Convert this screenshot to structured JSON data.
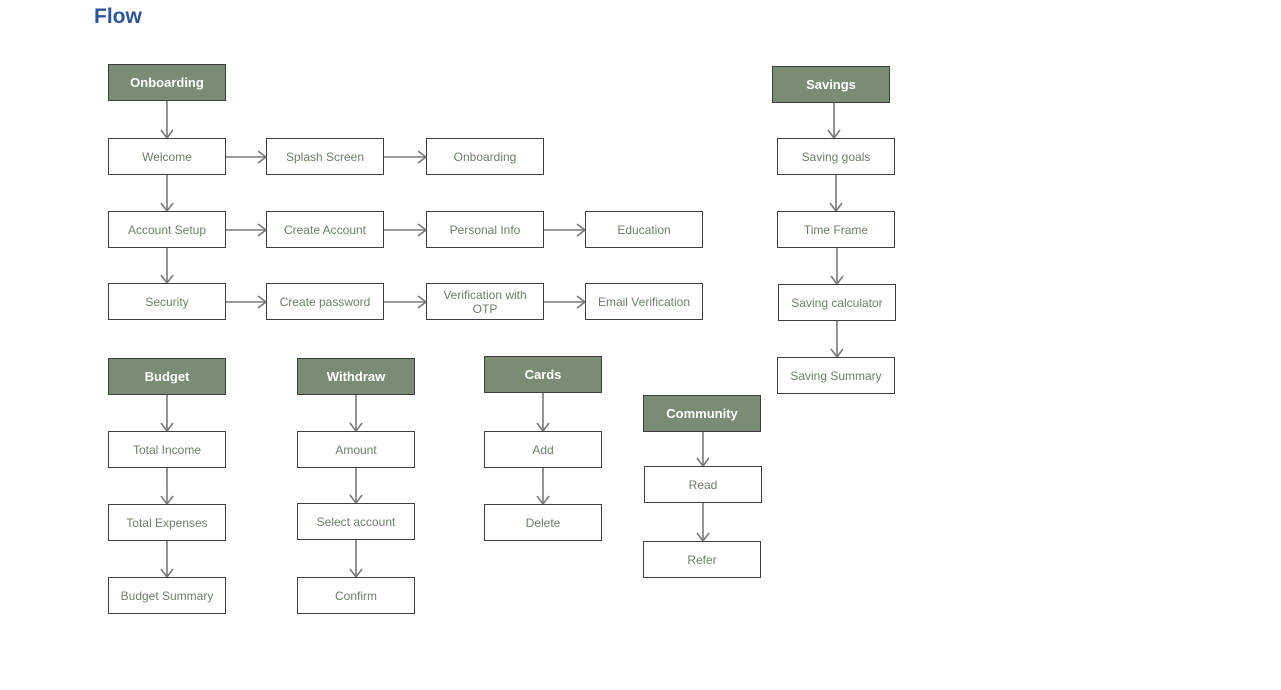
{
  "page": {
    "title": "Flow"
  },
  "colors": {
    "title": "#2f5597",
    "header_fill": "#7a8d74",
    "header_text": "#ffffff",
    "step_text": "#6c7f68",
    "border": "#3f3f3f",
    "connector": "#7a7a7a"
  },
  "nodes": [
    {
      "id": "onboarding-header",
      "label": "Onboarding",
      "kind": "header"
    },
    {
      "id": "welcome",
      "label": "Welcome",
      "kind": "step"
    },
    {
      "id": "splash-screen",
      "label": "Splash Screen",
      "kind": "step"
    },
    {
      "id": "onboarding-screen",
      "label": "Onboarding",
      "kind": "step"
    },
    {
      "id": "account-setup",
      "label": "Account Setup",
      "kind": "step"
    },
    {
      "id": "create-account",
      "label": "Create Account",
      "kind": "step"
    },
    {
      "id": "personal-info",
      "label": "Personal Info",
      "kind": "step"
    },
    {
      "id": "education",
      "label": "Education",
      "kind": "step"
    },
    {
      "id": "security",
      "label": "Security",
      "kind": "step"
    },
    {
      "id": "create-password",
      "label": "Create password",
      "kind": "step"
    },
    {
      "id": "verification-otp",
      "label": "Verification with OTP",
      "kind": "step"
    },
    {
      "id": "email-verification",
      "label": "Email Verification",
      "kind": "step"
    },
    {
      "id": "savings-header",
      "label": "Savings",
      "kind": "header"
    },
    {
      "id": "saving-goals",
      "label": "Saving goals",
      "kind": "step"
    },
    {
      "id": "time-frame",
      "label": "Time Frame",
      "kind": "step"
    },
    {
      "id": "saving-calculator",
      "label": "Saving calculator",
      "kind": "step"
    },
    {
      "id": "saving-summary",
      "label": "Saving Summary",
      "kind": "step"
    },
    {
      "id": "budget-header",
      "label": "Budget",
      "kind": "header"
    },
    {
      "id": "total-income",
      "label": "Total Income",
      "kind": "step"
    },
    {
      "id": "total-expenses",
      "label": "Total Expenses",
      "kind": "step"
    },
    {
      "id": "budget-summary",
      "label": "Budget Summary",
      "kind": "step"
    },
    {
      "id": "withdraw-header",
      "label": "Withdraw",
      "kind": "header"
    },
    {
      "id": "amount",
      "label": "Amount",
      "kind": "step"
    },
    {
      "id": "select-account",
      "label": "Select account",
      "kind": "step"
    },
    {
      "id": "confirm",
      "label": "Confirm",
      "kind": "step"
    },
    {
      "id": "cards-header",
      "label": "Cards",
      "kind": "header"
    },
    {
      "id": "add",
      "label": "Add",
      "kind": "step"
    },
    {
      "id": "delete",
      "label": "Delete",
      "kind": "step"
    },
    {
      "id": "community-header",
      "label": "Community",
      "kind": "header"
    },
    {
      "id": "read",
      "label": "Read",
      "kind": "step"
    },
    {
      "id": "refer",
      "label": "Refer",
      "kind": "step"
    }
  ],
  "edges": [
    [
      "onboarding-header",
      "welcome"
    ],
    [
      "welcome",
      "splash-screen"
    ],
    [
      "splash-screen",
      "onboarding-screen"
    ],
    [
      "welcome",
      "account-setup"
    ],
    [
      "account-setup",
      "create-account"
    ],
    [
      "create-account",
      "personal-info"
    ],
    [
      "personal-info",
      "education"
    ],
    [
      "account-setup",
      "security"
    ],
    [
      "security",
      "create-password"
    ],
    [
      "create-password",
      "verification-otp"
    ],
    [
      "verification-otp",
      "email-verification"
    ],
    [
      "savings-header",
      "saving-goals"
    ],
    [
      "saving-goals",
      "time-frame"
    ],
    [
      "time-frame",
      "saving-calculator"
    ],
    [
      "saving-calculator",
      "saving-summary"
    ],
    [
      "budget-header",
      "total-income"
    ],
    [
      "total-income",
      "total-expenses"
    ],
    [
      "total-expenses",
      "budget-summary"
    ],
    [
      "withdraw-header",
      "amount"
    ],
    [
      "amount",
      "select-account"
    ],
    [
      "select-account",
      "confirm"
    ],
    [
      "cards-header",
      "add"
    ],
    [
      "add",
      "delete"
    ],
    [
      "community-header",
      "read"
    ],
    [
      "read",
      "refer"
    ]
  ]
}
